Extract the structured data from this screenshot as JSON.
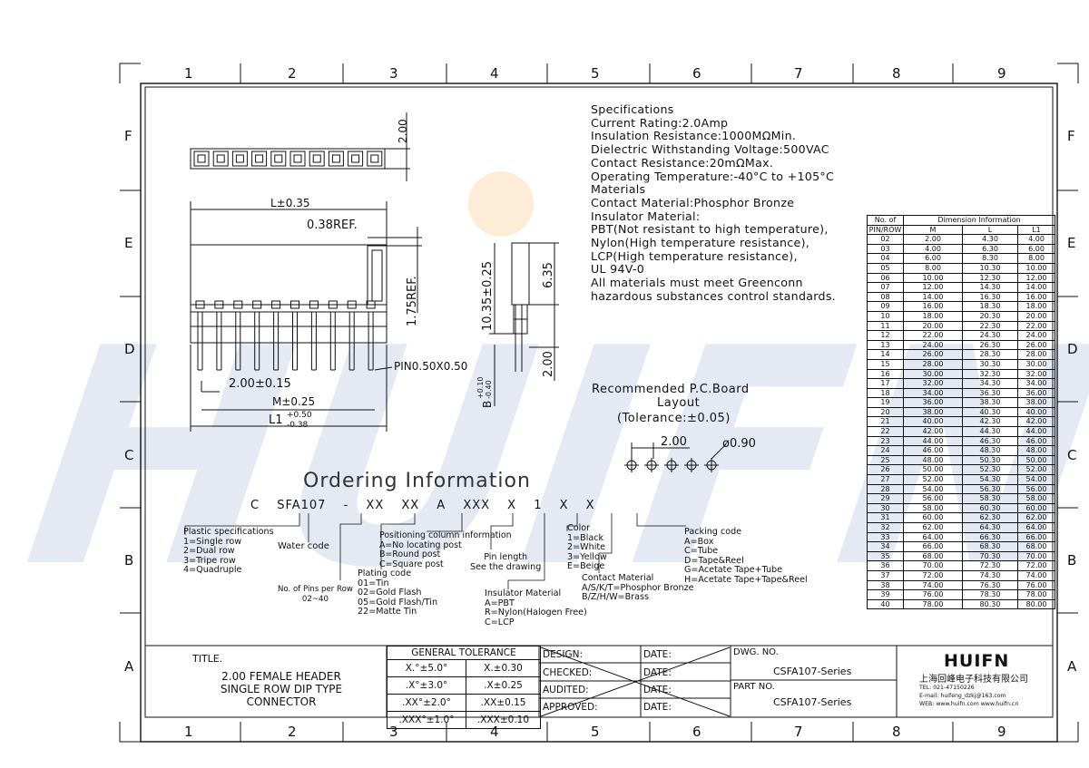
{
  "border": {
    "columns": [
      "1",
      "2",
      "3",
      "4",
      "5",
      "6",
      "7",
      "8",
      "9"
    ],
    "rows": [
      "F",
      "E",
      "D",
      "C",
      "B",
      "A"
    ]
  },
  "watermark": "HUIFN",
  "specs": [
    "Specifications",
    "Current Rating:2.0Amp",
    "Insulation Resistance:1000MΩMin.",
    "Dielectric Withstanding Voltage:500VAC",
    "Contact Resistance:20mΩMax.",
    "Operating Temperature:-40°C to +105°C",
    "Materials",
    "Contact Material:Phosphor Bronze",
    "Insulator Material:",
    "PBT(Not resistant to high temperature),",
    "Nylon(High temperature resistance),",
    "LCP(High temperature resistance),",
    "UL 94V-0",
    "All materials must meet Greenconn",
    "hazardous substances control standards."
  ],
  "drawing": {
    "dim_pitch_top": "2.00",
    "dim_L": "L±0.35",
    "dim_ref_038": "0.38REF.",
    "dim_ref_175": "1.75REF.",
    "dim_pin": "PIN0.50X0.50",
    "dim_pitch": "2.00±0.15",
    "dim_M": "M±0.25",
    "dim_L1": "L1",
    "dim_L1_tol_up": "+0.50",
    "dim_L1_tol_dn": "-0.38",
    "side_height": "10.35±0.25",
    "side_upper": "6.35",
    "side_lower": "2.00",
    "side_b": "B",
    "side_b_up": "+0.10",
    "side_b_dn": "-0.40"
  },
  "pcb": {
    "title1": "Recommended P.C.Board",
    "title2": "Layout",
    "tolerance": "(Tolerance:±0.05)",
    "pitch": "2.00",
    "hole": "ø0.90"
  },
  "ordering": {
    "title": "Ordering Information",
    "code": "C SFA107 - XX XX A XXX X 1 X X",
    "notes": {
      "plastic": [
        "Plastic specifications",
        "1=Single row",
        "2=Dual row",
        "3=Tripe row",
        "4=Quadruple"
      ],
      "water": [
        "Water code"
      ],
      "pins": [
        "No. of Pins per Row",
        "02~40"
      ],
      "plating": [
        "Plating code",
        "01=Tin",
        "02=Gold Flash",
        "05=Gold Flash/Tin",
        "22=Matte Tin"
      ],
      "position": [
        "Positioning column information",
        "A=No locating post",
        "B=Round post",
        "C=Square post"
      ],
      "pinlen": [
        "Pin length",
        "See the drawing"
      ],
      "insulator": [
        "Insulator Material",
        "A=PBT",
        "R=Nylon(Halogen Free)",
        "C=LCP"
      ],
      "color": [
        "Color",
        "1=Black",
        "2=White",
        "3=Yellow",
        "E=Beige"
      ],
      "contact": [
        "Contact Material",
        "A/S/K/T=Phosphor Bronze",
        "B/Z/H/W=Brass"
      ],
      "packing": [
        "Packing code",
        "A=Box",
        "C=Tube",
        "D=Tape&Reel",
        "G=Acetate Tape+Tube",
        "H=Acetate Tape+Tape&Reel"
      ]
    }
  },
  "dim_table": {
    "header_left_1": "No. of",
    "header_left_2": "PIN/ROW",
    "header_group": "Dimension Information",
    "cols": [
      "M",
      "L",
      "L1"
    ],
    "rows": [
      [
        "02",
        "2.00",
        "4.30",
        "4.00"
      ],
      [
        "03",
        "4.00",
        "6.30",
        "6.00"
      ],
      [
        "04",
        "6.00",
        "8.30",
        "8.00"
      ],
      [
        "05",
        "8.00",
        "10.30",
        "10.00"
      ],
      [
        "06",
        "10.00",
        "12.30",
        "12.00"
      ],
      [
        "07",
        "12.00",
        "14.30",
        "14.00"
      ],
      [
        "08",
        "14.00",
        "16.30",
        "16.00"
      ],
      [
        "09",
        "16.00",
        "18.30",
        "18.00"
      ],
      [
        "10",
        "18.00",
        "20.30",
        "20.00"
      ],
      [
        "11",
        "20.00",
        "22.30",
        "22.00"
      ],
      [
        "12",
        "22.00",
        "24.30",
        "24.00"
      ],
      [
        "13",
        "24.00",
        "26.30",
        "26.00"
      ],
      [
        "14",
        "26.00",
        "28.30",
        "28.00"
      ],
      [
        "15",
        "28.00",
        "30.30",
        "30.00"
      ],
      [
        "16",
        "30.00",
        "32.30",
        "32.00"
      ],
      [
        "17",
        "32.00",
        "34.30",
        "34.00"
      ],
      [
        "18",
        "34.00",
        "36.30",
        "36.00"
      ],
      [
        "19",
        "36.00",
        "38.30",
        "38.00"
      ],
      [
        "20",
        "38.00",
        "40.30",
        "40.00"
      ],
      [
        "21",
        "40.00",
        "42.30",
        "42.00"
      ],
      [
        "22",
        "42.00",
        "44.30",
        "44.00"
      ],
      [
        "23",
        "44.00",
        "46.30",
        "46.00"
      ],
      [
        "24",
        "46.00",
        "48.30",
        "48.00"
      ],
      [
        "25",
        "48.00",
        "50.30",
        "50.00"
      ],
      [
        "26",
        "50.00",
        "52.30",
        "52.00"
      ],
      [
        "27",
        "52.00",
        "54.30",
        "54.00"
      ],
      [
        "28",
        "54.00",
        "56.30",
        "56.00"
      ],
      [
        "29",
        "56.00",
        "58.30",
        "58.00"
      ],
      [
        "30",
        "58.00",
        "60.30",
        "60.00"
      ],
      [
        "31",
        "60.00",
        "62.30",
        "62.00"
      ],
      [
        "32",
        "62.00",
        "64.30",
        "64.00"
      ],
      [
        "33",
        "64.00",
        "66.30",
        "66.00"
      ],
      [
        "34",
        "66.00",
        "68.30",
        "68.00"
      ],
      [
        "35",
        "68.00",
        "70.30",
        "70.00"
      ],
      [
        "36",
        "70.00",
        "72.30",
        "72.00"
      ],
      [
        "37",
        "72.00",
        "74.30",
        "74.00"
      ],
      [
        "38",
        "74.00",
        "76.30",
        "76.00"
      ],
      [
        "39",
        "76.00",
        "78.30",
        "78.00"
      ],
      [
        "40",
        "78.00",
        "80.30",
        "80.00"
      ]
    ]
  },
  "title_block": {
    "title_label": "TITLE.",
    "title_lines": [
      "2.00 FEMALE HEADER",
      "SINGLE ROW DIP TYPE",
      "CONNECTOR"
    ],
    "tolerance_header": "GENERAL  TOLERANCE",
    "tolerance_rows": [
      [
        "X.°±5.0°",
        "X.±0.30"
      ],
      [
        ".X°±3.0°",
        ".X±0.25"
      ],
      [
        ".XX°±2.0°",
        ".XX±0.15"
      ],
      [
        ".XXX°±1.0°",
        ".XXX±0.10"
      ]
    ],
    "design": "DESIGN:",
    "checked": "CHECKED:",
    "audited": "AUDITED:",
    "approved": "APPROVED:",
    "date": "DATE:",
    "dwg_no_label": "DWG. NO.",
    "dwg_no": "CSFA107-Series",
    "part_no_label": "PART NO.",
    "part_no": "CSFA107-Series",
    "logo": "HUIFN",
    "company": "上海回峰电子科技有限公司",
    "tel": "TEL: 021-47150226",
    "email": "E-mail: huifeng_dzkj@163.com",
    "web": "WEB: www.huifn.com   www.huifn.cn"
  }
}
